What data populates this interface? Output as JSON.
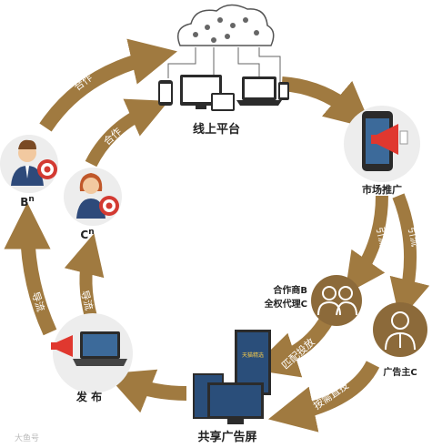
{
  "diagram": {
    "nodes": {
      "online_platform": "线上平台",
      "market_promotion": "市场推广",
      "partner_line1": "合作商B",
      "partner_line2": "全权代理C",
      "advertiser": "广告主C",
      "shared_screen": "共享广告屏",
      "publish": "发 布",
      "b_node": "B",
      "b_sup": "n",
      "c_node": "C",
      "c_sup": "n",
      "screen_brand": "天猫精选"
    },
    "arrows": {
      "coop_outer": "合作",
      "coop_inner": "合作",
      "divert_left": "引流",
      "divert_right": "引流",
      "match_deliver": "匹配投放",
      "on_demand": "按需直投",
      "guide_left": "导流",
      "guide_right": "导流"
    },
    "watermark": "大鱼号"
  },
  "colors": {
    "arrow": "#A07A40",
    "arrow_light": "#B89058",
    "circle_bg": "#EDEDED",
    "node_circle": "#8C6A3A",
    "target_red": "#D33A32",
    "megaphone_red": "#E0382F",
    "screen_blue": "#2A4E7A",
    "device_dark": "#2B2B2B"
  }
}
